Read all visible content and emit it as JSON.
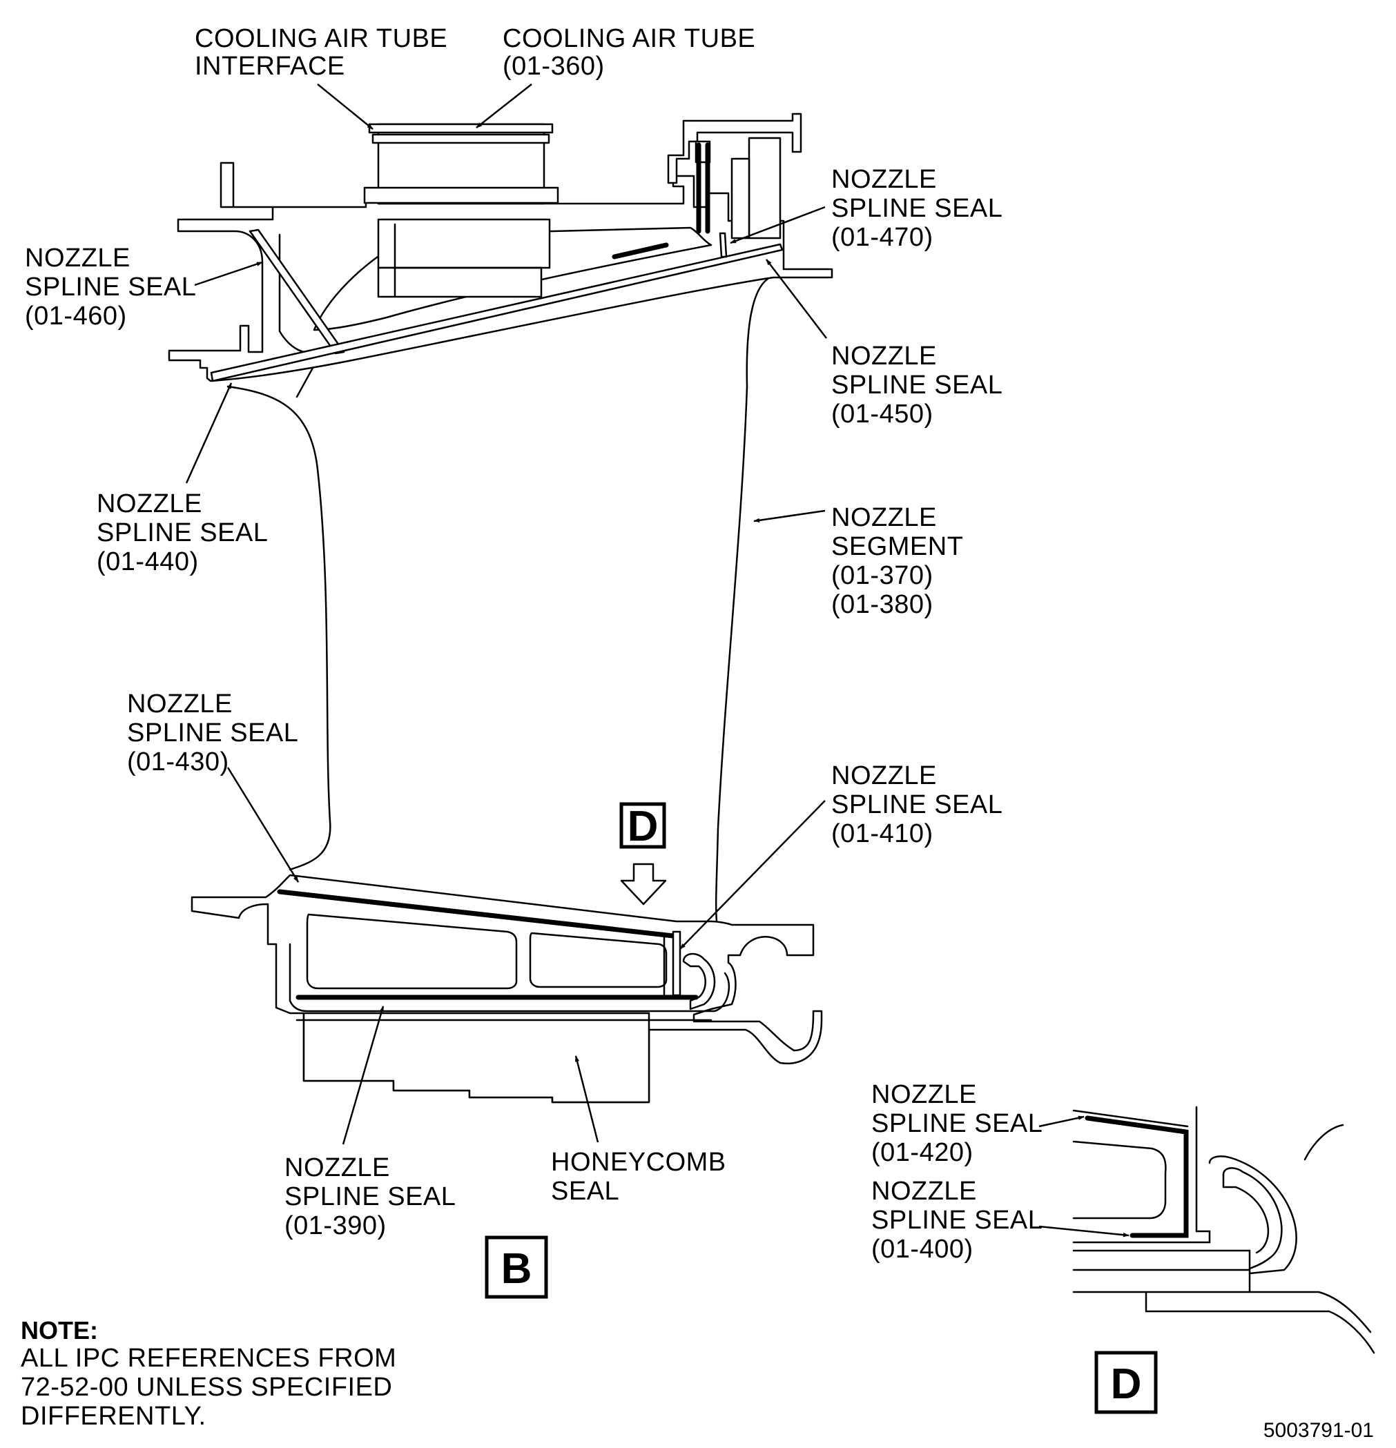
{
  "labels": {
    "cooling_interface": [
      "COOLING AIR TUBE",
      "INTERFACE"
    ],
    "cooling_tube": [
      "COOLING AIR TUBE",
      "(01-360)"
    ],
    "seal_470": [
      "NOZZLE",
      "SPLINE SEAL",
      "(01-470)"
    ],
    "seal_460": [
      "NOZZLE",
      "SPLINE SEAL",
      "(01-460)"
    ],
    "seal_450": [
      "NOZZLE",
      "SPLINE SEAL",
      "(01-450)"
    ],
    "seal_440": [
      "NOZZLE",
      "SPLINE SEAL",
      "(01-440)"
    ],
    "segment": [
      "NOZZLE",
      "SEGMENT",
      "(01-370)",
      "(01-380)"
    ],
    "seal_430": [
      "NOZZLE",
      "SPLINE SEAL",
      "(01-430)"
    ],
    "seal_410": [
      "NOZZLE",
      "SPLINE SEAL",
      "(01-410)"
    ],
    "seal_390": [
      "NOZZLE",
      "SPLINE SEAL",
      "(01-390)"
    ],
    "honeycomb": [
      "HONEYCOMB",
      "SEAL"
    ],
    "seal_420": [
      "NOZZLE",
      "SPLINE SEAL",
      "(01-420)"
    ],
    "seal_400": [
      "NOZZLE",
      "SPLINE SEAL",
      "(01-400)"
    ]
  },
  "view_markers": {
    "detail_callout": "D",
    "main_view": "B",
    "detail_view": "D"
  },
  "note": {
    "heading": "NOTE:",
    "lines": [
      "ALL IPC REFERENCES FROM",
      "72-52-00 UNLESS SPECIFIED",
      "DIFFERENTLY."
    ]
  },
  "document_number": "5003791-01"
}
